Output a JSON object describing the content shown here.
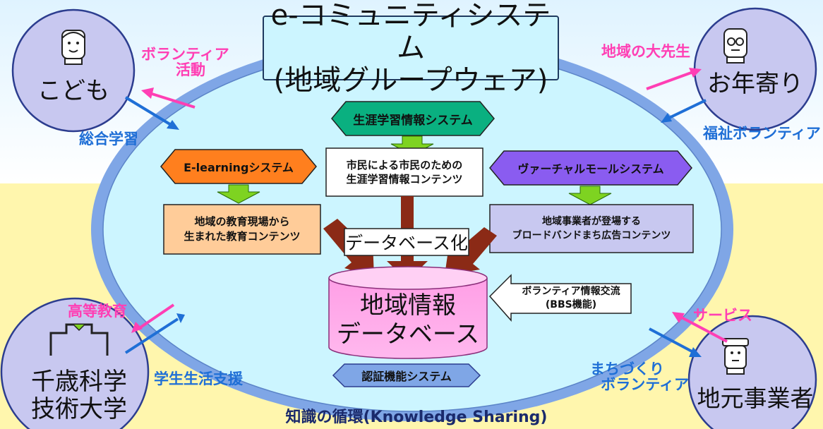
{
  "title": {
    "line1": "e-コミュニティシステム",
    "line2": "(地域グループウェア)"
  },
  "actors": {
    "child": "こども",
    "elder": "お年寄り",
    "university": {
      "line1": "千歳科学",
      "line2": "技術大学"
    },
    "business": "地元事業者"
  },
  "flows": {
    "volunteer_activity": {
      "line1": "ボランティア",
      "line2": "活動"
    },
    "integrated_learning": "総合学習",
    "local_teacher": "地域の大先生",
    "welfare_volunteer": "福祉ボランティア",
    "higher_education": "高等教育",
    "student_support": "学生生活支援",
    "service": "サービス",
    "town_volunteer": {
      "line1": "まちづくり",
      "line2": "ボランティア"
    }
  },
  "systems": {
    "lifelong": "生涯学習情報システム",
    "lifelong_content": {
      "line1": "市民による市民のための",
      "line2": "生涯学習情報コンテンツ"
    },
    "elearning": "E-learningシステム",
    "elearning_content": {
      "line1": "地域の教育現場から",
      "line2": "生まれた教育コンテンツ"
    },
    "virtual_mall": "ヴァーチャルモールシステム",
    "mall_content": {
      "line1": "地域事業者が登場する",
      "line2": "ブロードバンドまち広告コンテンツ"
    },
    "database_ize": "データベース化",
    "database": {
      "line1": "地域情報",
      "line2": "データベース"
    },
    "volunteer_exchange": {
      "line1": "ボランティア情報交流",
      "line2": "(BBS機能)"
    },
    "auth": "認証機能システム"
  },
  "footer": "知識の循環(Knowledge Sharing)",
  "colors": {
    "ellipse_ring": "#7fa6e6",
    "ellipse_fill": "#ccf5ff",
    "actor_circle": "#c8c8f0",
    "lifelong_hex": "#0ab080",
    "elearning_hex": "#ff7f1e",
    "mall_hex": "#8a5cf0",
    "database": "#ff9fe6",
    "arrow_brown": "#8b2a16",
    "arrow_green": "#7ed321",
    "flow_blue": "#1f6fd6",
    "flow_pink": "#ff3fb4"
  }
}
